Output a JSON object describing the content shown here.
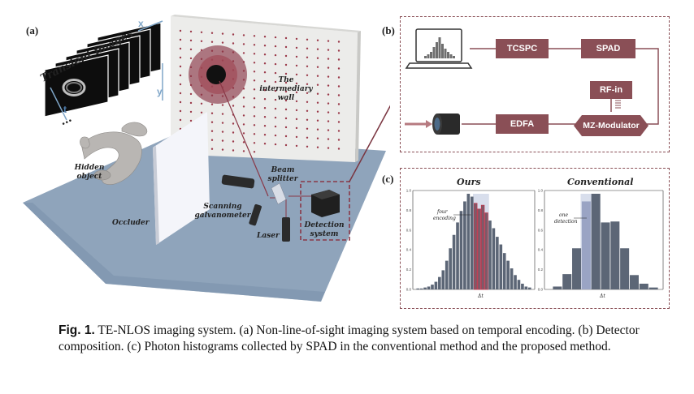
{
  "panel_a": {
    "label": "(a)",
    "transient_label": "Transient images",
    "axis_x": "x",
    "axis_y": "y",
    "axis_t": "t",
    "ellipsis": "…",
    "wall_label": "The intermediary wall",
    "hidden_label": "Hidden object",
    "occluder_label": "Occluder",
    "beam_splitter_label": "Beam splitter",
    "galvo_label": "Scanning galvanometer",
    "laser_label": "Laser",
    "detection_label": "Detection system"
  },
  "panel_b": {
    "label": "(b)",
    "boxes": {
      "tcspc": "TCSPC",
      "spad": "SPAD",
      "rf_in": "RF-in",
      "edfa": "EDFA",
      "mz": "MZ-Modulator"
    },
    "colors": {
      "box": "#8a4f56",
      "dashed_border": "#8a4f56"
    }
  },
  "panel_c": {
    "label": "(c)",
    "ours_title": "Ours",
    "conv_title": "Conventional",
    "ours_annotation": "four encoding",
    "conv_annotation": "one detection",
    "x_label": "Δt",
    "y_ticks": [
      "0.0",
      "0.2",
      "0.4",
      "0.6",
      "0.8",
      "1.0"
    ]
  },
  "chart_data": [
    {
      "type": "bar",
      "title": "Ours",
      "xlabel": "Δt",
      "ylim": [
        0,
        1.0
      ],
      "values": [
        0.01,
        0.01,
        0.02,
        0.03,
        0.05,
        0.08,
        0.13,
        0.2,
        0.3,
        0.43,
        0.57,
        0.7,
        0.82,
        0.92,
        1.0,
        0.97,
        0.9,
        0.84,
        0.88,
        0.8,
        0.72,
        0.64,
        0.55,
        0.47,
        0.38,
        0.3,
        0.22,
        0.15,
        0.1,
        0.06,
        0.03,
        0.02
      ],
      "highlight_indices": [
        16,
        17,
        18,
        19
      ]
    },
    {
      "type": "bar",
      "title": "Conventional",
      "xlabel": "Δt",
      "ylim": [
        0,
        1.0
      ],
      "values": [
        0.03,
        0.16,
        0.43,
        0.92,
        1.0,
        0.7,
        0.71,
        0.43,
        0.15,
        0.06,
        0.02
      ],
      "highlight_indices": [
        3
      ]
    }
  ],
  "caption": {
    "fig": "Fig. 1.",
    "text": " TE-NLOS imaging system. (a) Non-line-of-sight imaging system based on temporal encoding. (b) Detector composition. (c) Photon histograms collected by SPAD in the conventional method and the proposed method."
  }
}
